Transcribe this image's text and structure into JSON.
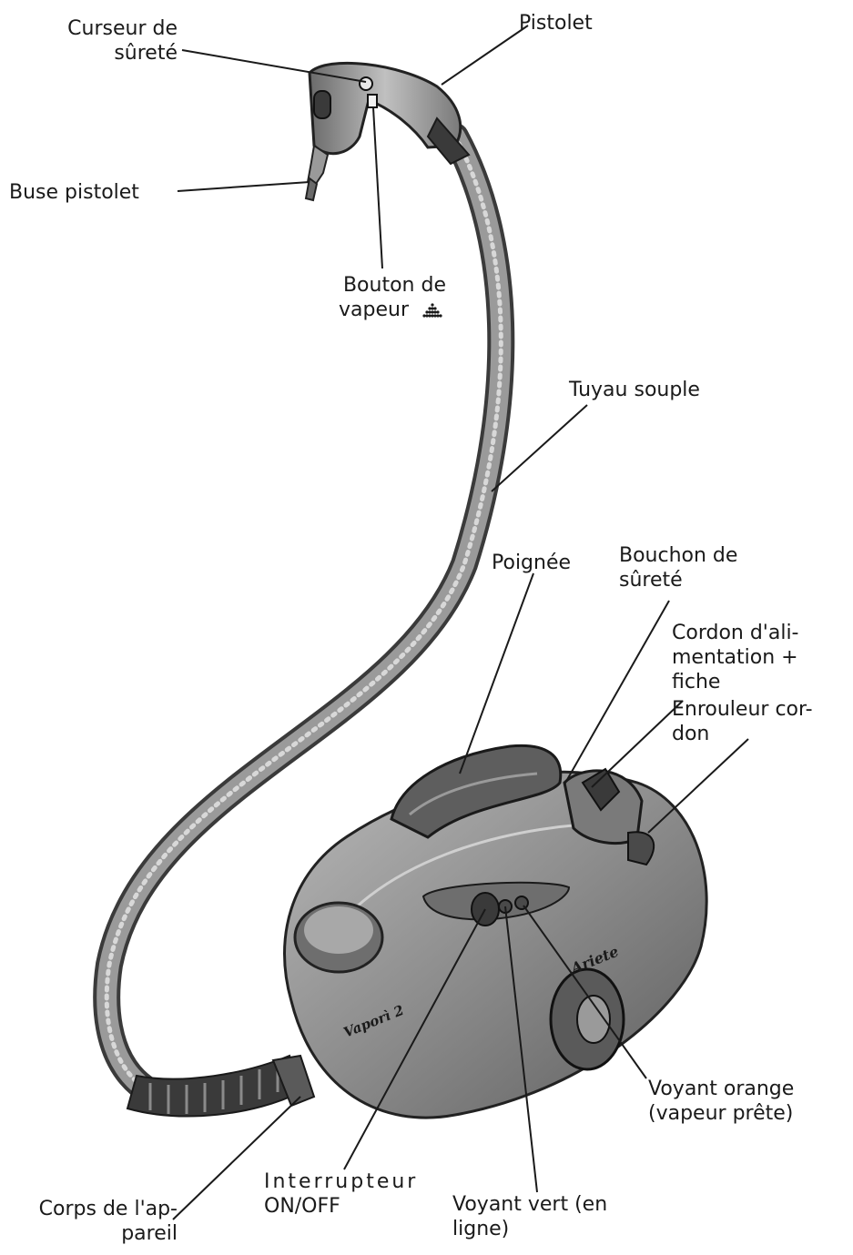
{
  "labels": {
    "curseur": [
      "Curseur de",
      "sûreté"
    ],
    "pistolet": "Pistolet",
    "buse": "Buse pistolet",
    "bouton": [
      "Bouton de",
      "vapeur"
    ],
    "tuyau": "Tuyau souple",
    "poignee": "Poignée",
    "bouchon": [
      "Bouchon de",
      "sûreté"
    ],
    "cordon": [
      "Cordon d'ali-",
      "mentation +",
      "fiche"
    ],
    "enrouleur": [
      "Enrouleur cor-",
      "don"
    ],
    "voyant_orange": [
      "Voyant orange",
      "(vapeur prête)"
    ],
    "corps": [
      "Corps de l'ap-",
      "pareil"
    ],
    "interrupteur": [
      "Interrupteur",
      "ON/OFF"
    ],
    "voyant_vert": [
      "Voyant vert (en",
      "ligne)"
    ],
    "logo_brand": "Ariete",
    "logo_model": "Vaporì 2"
  },
  "icons": {
    "steam": "steam-dots-icon"
  },
  "colors": {
    "body": "#8a8a8a",
    "dark": "#3c3c3c",
    "light": "#c8c8c8",
    "line": "#1a1a1a"
  }
}
